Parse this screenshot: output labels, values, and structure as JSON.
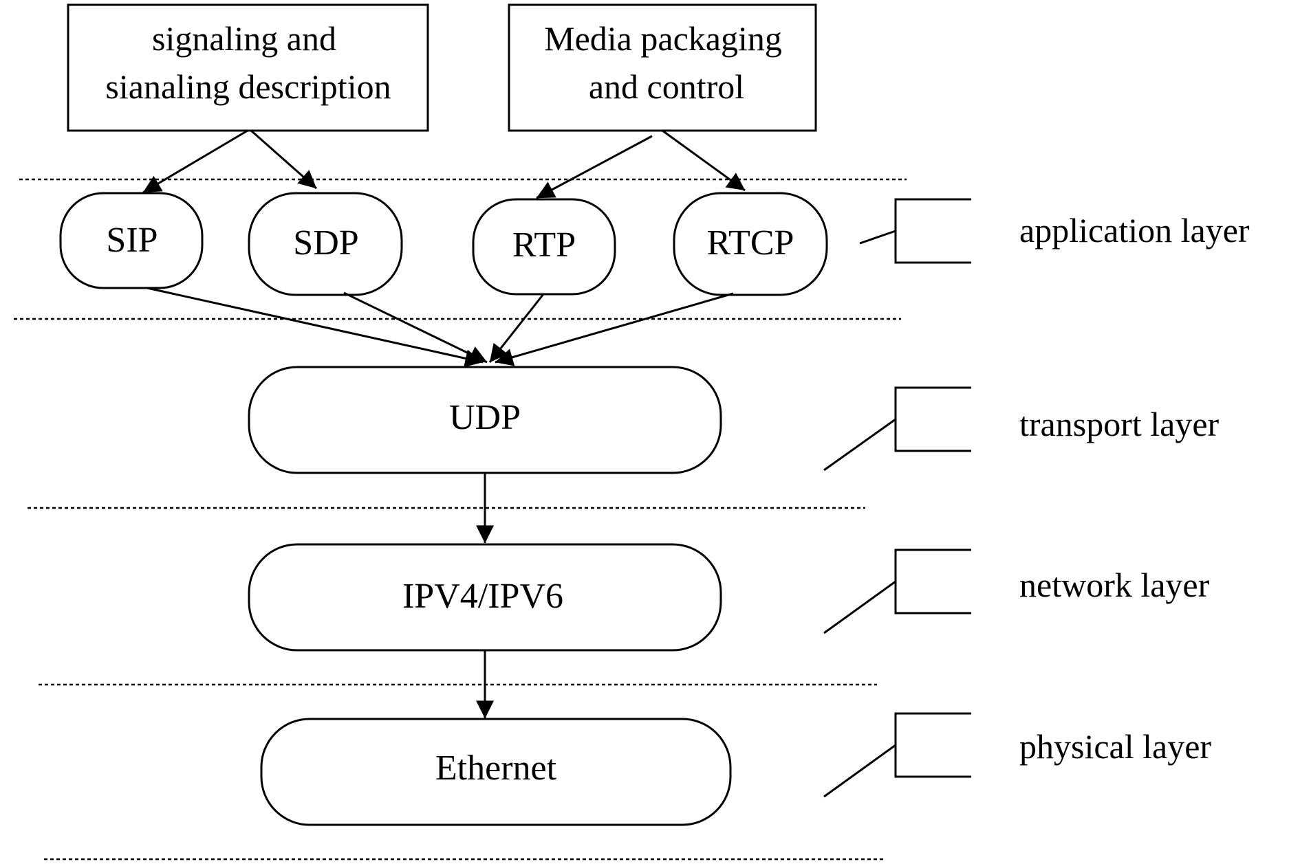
{
  "colors": {
    "line": "#000000",
    "background": "#ffffff"
  },
  "top_boxes": {
    "signaling": {
      "line1": "signaling and",
      "line2": "sianaling description"
    },
    "media": {
      "line1": "Media packaging",
      "line2": "and control"
    }
  },
  "protocols": {
    "sip": "SIP",
    "sdp": "SDP",
    "rtp": "RTP",
    "rtcp": "RTCP",
    "udp": "UDP",
    "ip": "IPV4/IPV6",
    "ethernet": "Ethernet"
  },
  "layers": {
    "application": "application layer",
    "transport": "transport layer",
    "network": "network layer",
    "physical": "physical layer"
  }
}
